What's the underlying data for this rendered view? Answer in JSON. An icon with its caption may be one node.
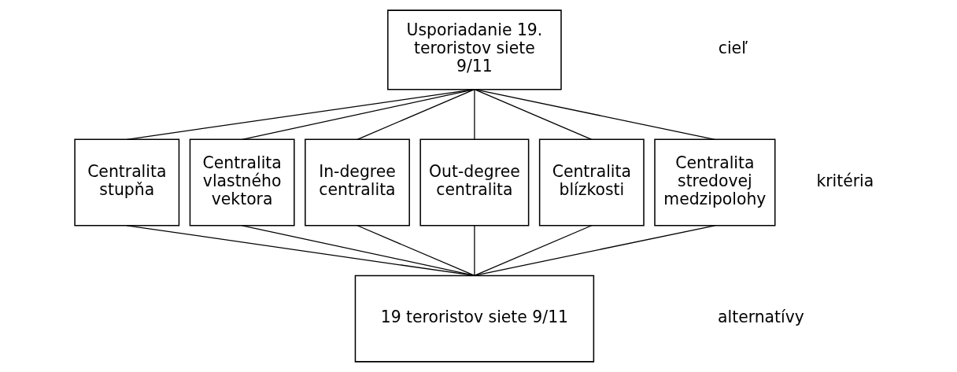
{
  "diagram": {
    "nodes": [
      {
        "text": [
          "Usporiadanie 19. teroristov siete 9/11"
        ]
      },
      {
        "text": [
          "Centralita stupňa"
        ]
      },
      {
        "text": [
          "Centralita vlastného vektora"
        ]
      },
      {
        "text": [
          "In-degree centralita"
        ]
      },
      {
        "text": [
          "Out-degree centralita"
        ]
      },
      {
        "text": [
          "Centralita blízkosti"
        ]
      },
      {
        "text": [
          "Centralita stredovej medzipolohy"
        ]
      },
      {
        "text": [
          "19 teroristov siete 9/11"
        ]
      }
    ],
    "edges": [
      {
        "from": 0,
        "to": 1,
        "arrow": "none"
      },
      {
        "from": 0,
        "to": 2,
        "arrow": "none"
      },
      {
        "from": 0,
        "to": 3,
        "arrow": "none"
      },
      {
        "from": 0,
        "to": 4,
        "arrow": "none"
      },
      {
        "from": 0,
        "to": 5,
        "arrow": "none"
      },
      {
        "from": 0,
        "to": 6,
        "arrow": "none"
      },
      {
        "from": 1,
        "to": 7,
        "arrow": "none"
      },
      {
        "from": 2,
        "to": 7,
        "arrow": "none"
      },
      {
        "from": 3,
        "to": 7,
        "arrow": "none"
      },
      {
        "from": 4,
        "to": 7,
        "arrow": "none"
      },
      {
        "from": 5,
        "to": 7,
        "arrow": "none"
      },
      {
        "from": 6,
        "to": 7,
        "arrow": "none"
      }
    ],
    "labels": [
      "cieľ",
      "kritéria",
      "alternatívy"
    ]
  }
}
